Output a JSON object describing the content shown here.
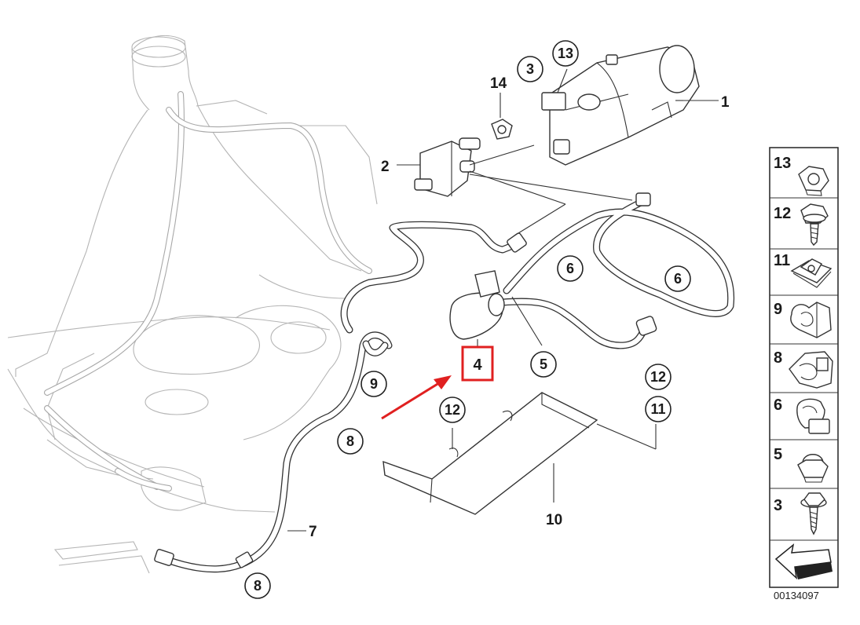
{
  "diagram": {
    "callouts": [
      {
        "id": "c1",
        "label": "1"
      },
      {
        "id": "c2",
        "label": "2"
      },
      {
        "id": "c3",
        "label": "3"
      },
      {
        "id": "c4",
        "label": "4"
      },
      {
        "id": "c5",
        "label": "5"
      },
      {
        "id": "c6a",
        "label": "6"
      },
      {
        "id": "c6b",
        "label": "6"
      },
      {
        "id": "c7",
        "label": "7"
      },
      {
        "id": "c8a",
        "label": "8"
      },
      {
        "id": "c8b",
        "label": "8"
      },
      {
        "id": "c9",
        "label": "9"
      },
      {
        "id": "c10",
        "label": "10"
      },
      {
        "id": "c11",
        "label": "11"
      },
      {
        "id": "c12a",
        "label": "12"
      },
      {
        "id": "c12b",
        "label": "12"
      },
      {
        "id": "c13",
        "label": "13"
      },
      {
        "id": "c14",
        "label": "14"
      }
    ],
    "highlighted_part": "4",
    "highlight_color": "#e02020",
    "arrow_color": "#e02020"
  },
  "parts_list": {
    "items": [
      {
        "label": "13",
        "icon": "hex-nut-icon"
      },
      {
        "label": "12",
        "icon": "hex-bolt-icon"
      },
      {
        "label": "11",
        "icon": "clip-nut-icon"
      },
      {
        "label": "9",
        "icon": "hose-clamp-icon"
      },
      {
        "label": "8",
        "icon": "hose-clip-icon"
      },
      {
        "label": "6",
        "icon": "hose-holder-icon"
      },
      {
        "label": "5",
        "icon": "cap-nut-icon"
      },
      {
        "label": "3",
        "icon": "screw-icon"
      }
    ],
    "nav_icon": "arrow-icon"
  },
  "doc_number": "00134097"
}
